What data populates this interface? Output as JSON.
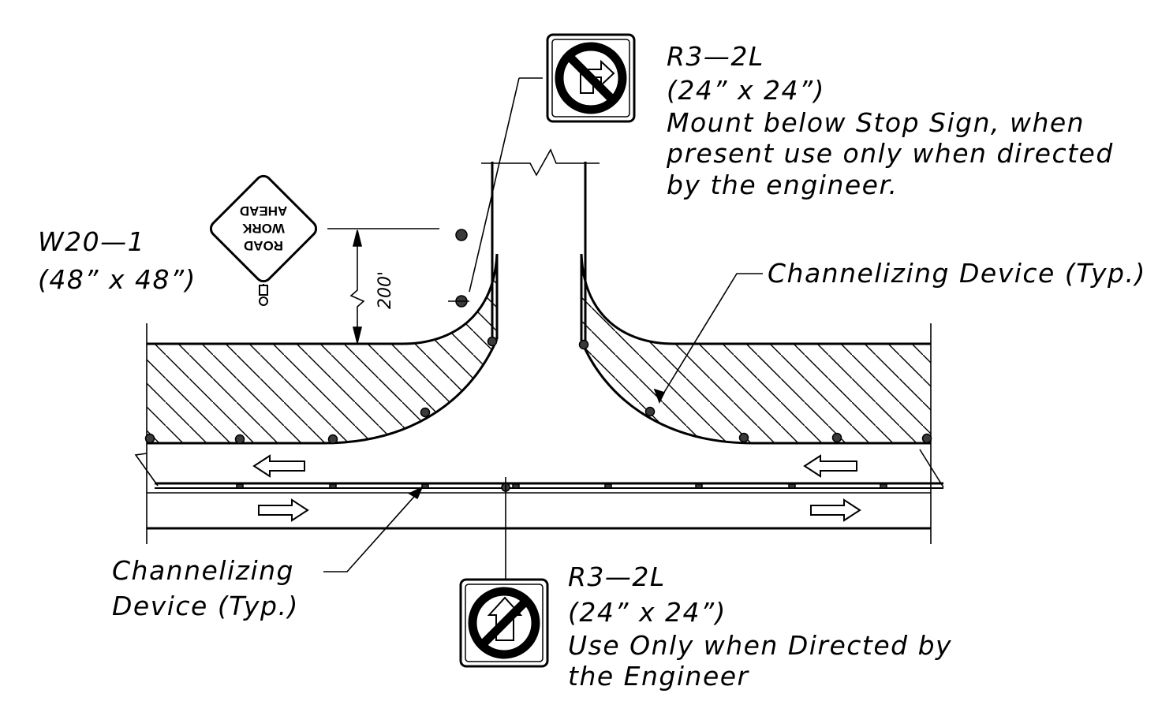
{
  "labels": {
    "w20_code": "W20—1",
    "w20_size": "(48” x 48”)",
    "r32l_top_code": "R3—2L",
    "r32l_top_size": "(24” x 24”)",
    "r32l_top_note_1": "Mount below Stop Sign, when",
    "r32l_top_note_2": "present use only when directed",
    "r32l_top_note_3": "by the engineer.",
    "channelizing_right": "Channelizing Device (Typ.)",
    "channelizing_left_1": "Channelizing",
    "channelizing_left_2": "Device (Typ.)",
    "r32l_bottom_code": "R3—2L",
    "r32l_bottom_size": "(24” x 24”)",
    "r32l_bottom_note_1": "Use Only when Directed by",
    "r32l_bottom_note_2": "the Engineer",
    "dimension_200": "200'"
  },
  "road_work_sign": {
    "line_1": "ROAD",
    "line_2": "WORK",
    "line_3": "AHEAD"
  },
  "colors": {
    "line": "#000000",
    "device_fill": "#3a3a3a",
    "background": "#ffffff"
  },
  "icons": [
    "no-left-turn-sign-icon",
    "road-work-ahead-diamond-icon",
    "traffic-arrow-icon",
    "channelizing-device-icon"
  ]
}
